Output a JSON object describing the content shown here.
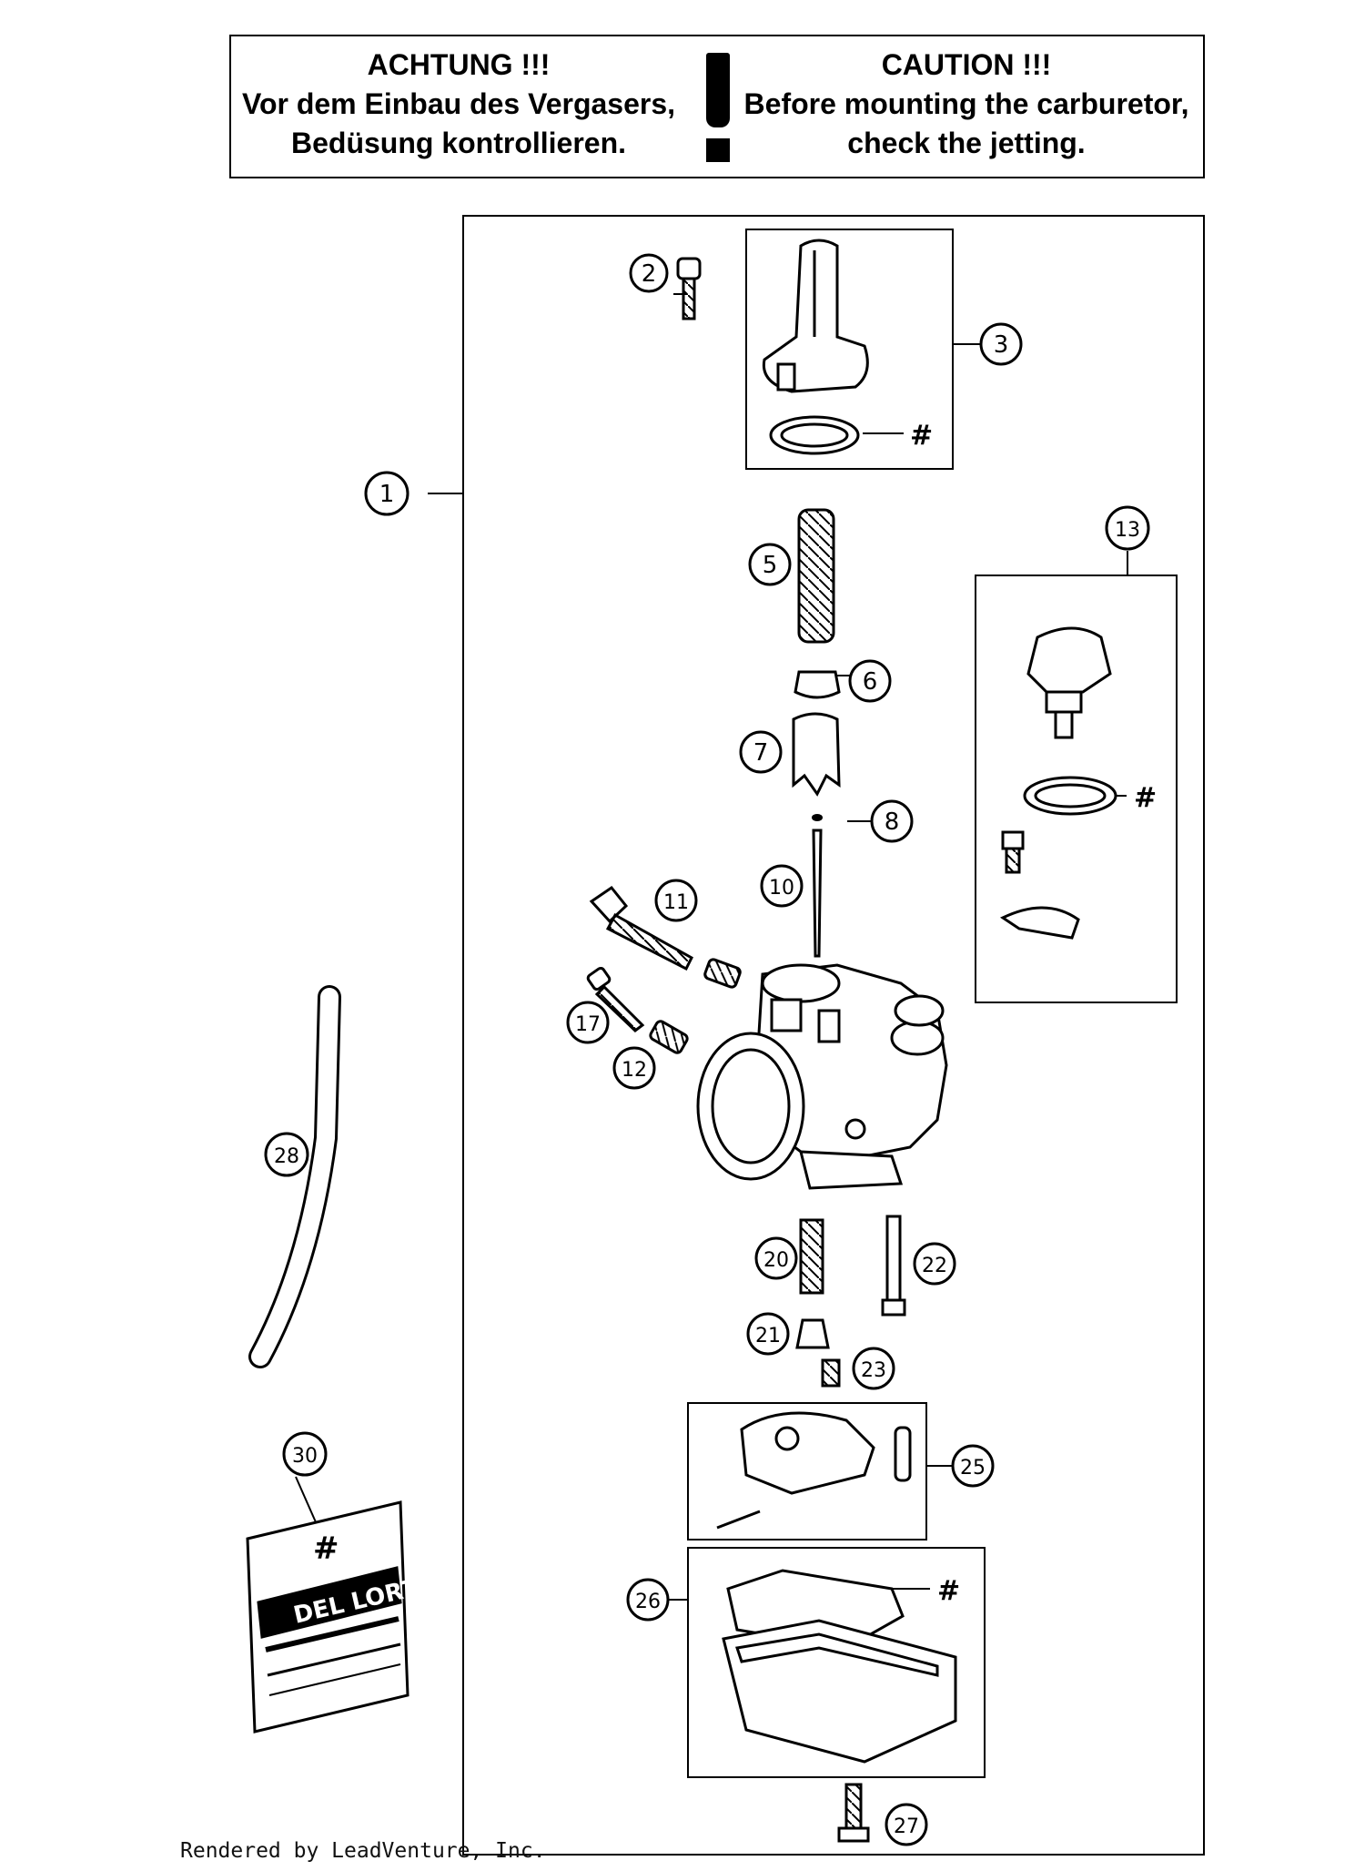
{
  "caution": {
    "de_title": "ACHTUNG !!!",
    "de_line1": "Vor dem Einbau des Vergasers,",
    "de_line2": "Bedüsung kontrollieren.",
    "en_title": "CAUTION !!!",
    "en_line1": "Before mounting the carburetor,",
    "en_line2": "check the jetting."
  },
  "callouts": {
    "c1": "1",
    "c2": "2",
    "c3": "3",
    "c5": "5",
    "c6": "6",
    "c7": "7",
    "c8": "8",
    "c10": "10",
    "c11": "11",
    "c12": "12",
    "c13": "13",
    "c17": "17",
    "c20": "20",
    "c21": "21",
    "c22": "22",
    "c23": "23",
    "c25": "25",
    "c26": "26",
    "c27": "27",
    "c28": "28",
    "c30": "30"
  },
  "hash_marks": {
    "h3": "#",
    "h13": "#",
    "h26": "#",
    "h30": "#"
  },
  "bag_print": {
    "brand": "DEL LORTO"
  },
  "footer": {
    "text": "Rendered by LeadVenture, Inc."
  }
}
